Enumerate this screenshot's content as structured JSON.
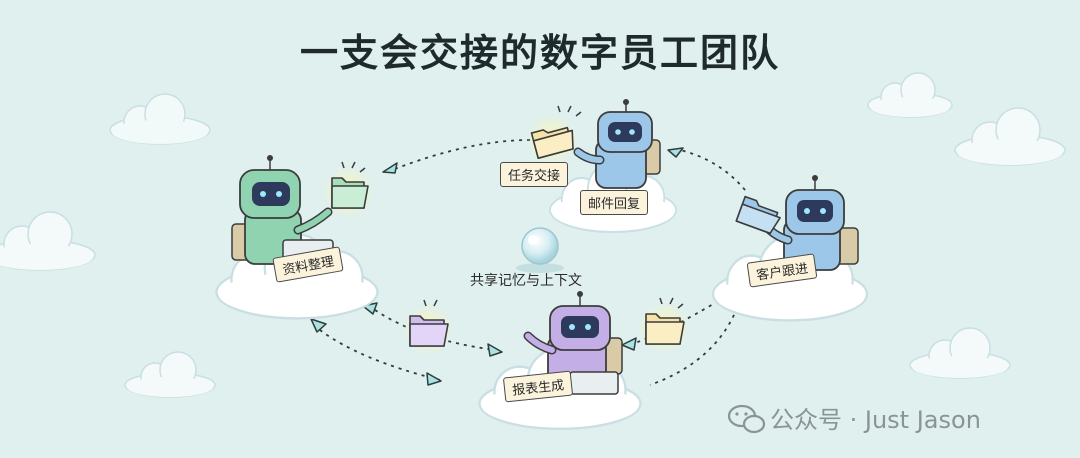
{
  "title": "一支会交接的数字员工团队",
  "agents": {
    "left": {
      "label": "资料整理",
      "color": "#8fd3b0"
    },
    "top": {
      "label": "邮件回复",
      "color": "#9cc7e8"
    },
    "right": {
      "label": "客户跟进",
      "color": "#9cc7e8"
    },
    "bottom": {
      "label": "报表生成",
      "color": "#c4aee6"
    }
  },
  "handoff_tag": "任务交接",
  "memory": "共享记忆与上下文",
  "watermark": {
    "icon": "wechat-icon",
    "text": "公众号 · Just Jason"
  }
}
